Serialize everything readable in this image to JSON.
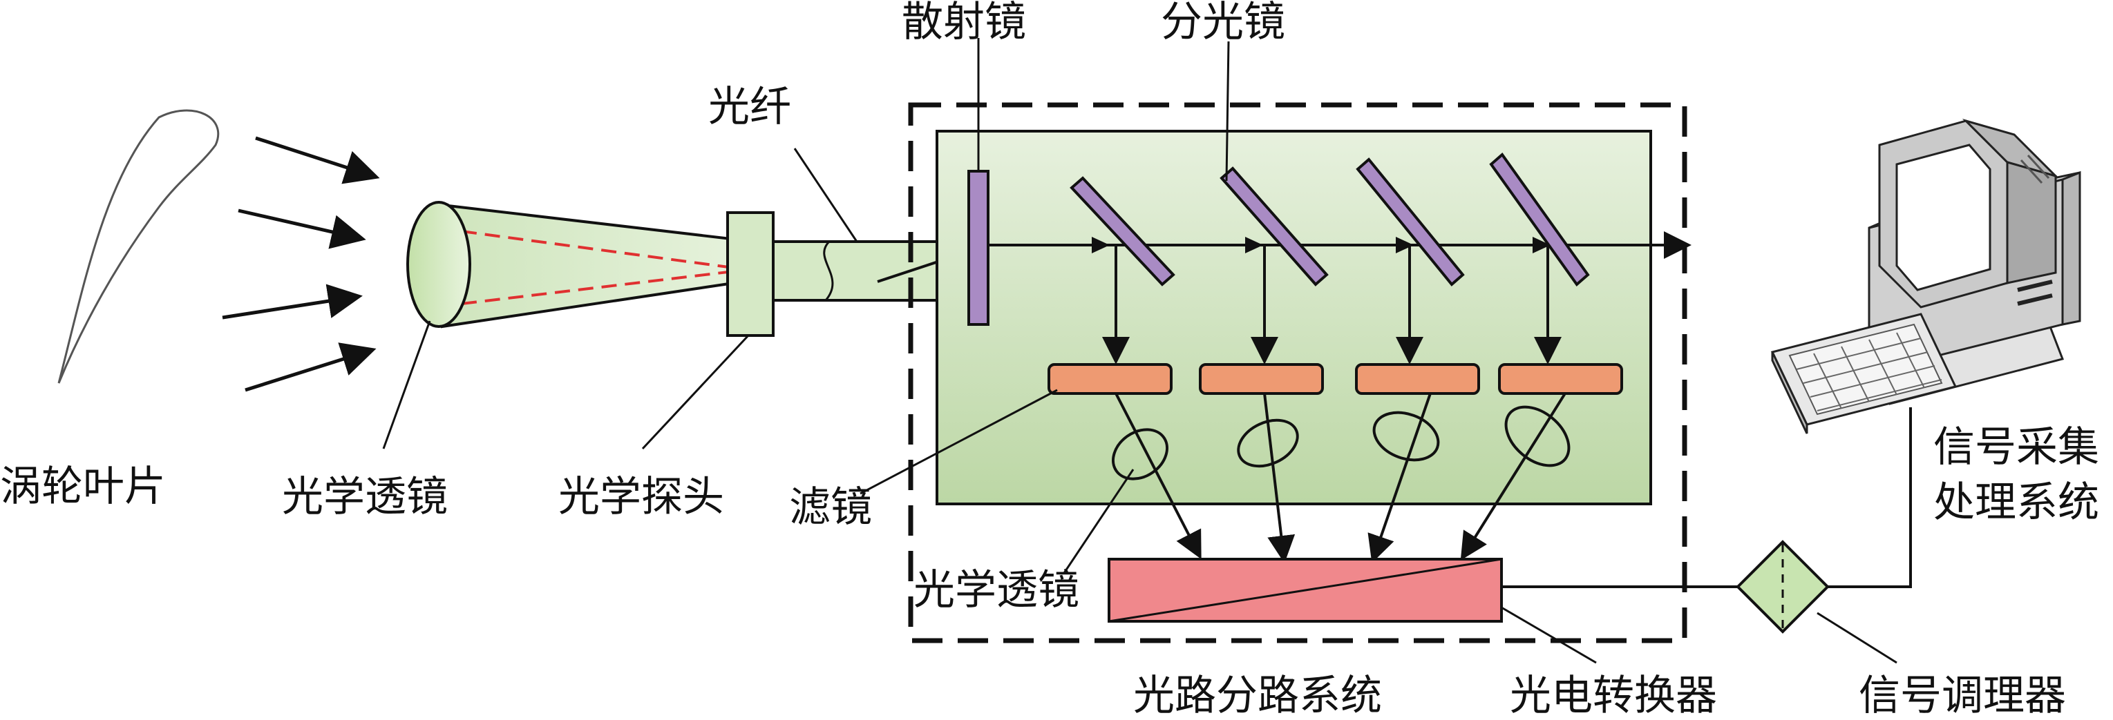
{
  "labels": {
    "turbine_blade": "涡轮叶片",
    "optical_lens_left": "光学透镜",
    "optical_probe": "光学探头",
    "fiber": "光纤",
    "scatter_mirror": "散射镜",
    "beam_splitter": "分光镜",
    "filter": "滤镜",
    "optical_lens_inner": "光学透镜",
    "optical_path_system": "光路分路系统",
    "photoelectric_converter": "光电转换器",
    "signal_conditioner": "信号调理器",
    "acquisition_line1": "信号采集",
    "acquisition_line2": "处理系统"
  },
  "colors": {
    "panel_top": "#e7f1de",
    "panel_bottom": "#bcd7a5",
    "mirror": "#a98bc4",
    "filter": "#ee9a72",
    "converter": "#f0888c",
    "cone": "#d4e8c4",
    "conditioner": "#c8e4b0",
    "dashed_beam": "#e03030"
  },
  "icons": {
    "computer": "desktop-computer-icon"
  }
}
